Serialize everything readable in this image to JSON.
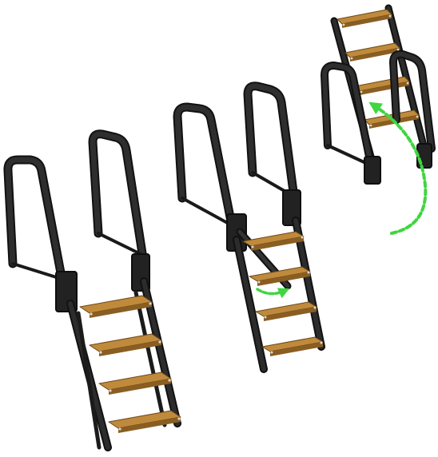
{
  "scene": {
    "colors": {
      "frame": "#2a2a2a",
      "frame_edge": "#111111",
      "frame_highlight": "#4a4a4a",
      "tread_top": "#c08a3c",
      "tread_front": "#8a5e22",
      "bolt": "#d8d8d8",
      "arrow": "#3fd63f"
    },
    "ladders": [
      {
        "name": "ladder-deployed",
        "state": "deployed",
        "treads": 4
      },
      {
        "name": "ladder-folding",
        "state": "folding",
        "treads": 4
      },
      {
        "name": "ladder-stowed",
        "state": "stowed",
        "treads": 4
      }
    ],
    "arrows": [
      {
        "name": "fold-arrow-small",
        "icon": "dashed-curved-arrow"
      },
      {
        "name": "fold-arrow-large",
        "icon": "dashed-curved-arrow"
      }
    ]
  }
}
